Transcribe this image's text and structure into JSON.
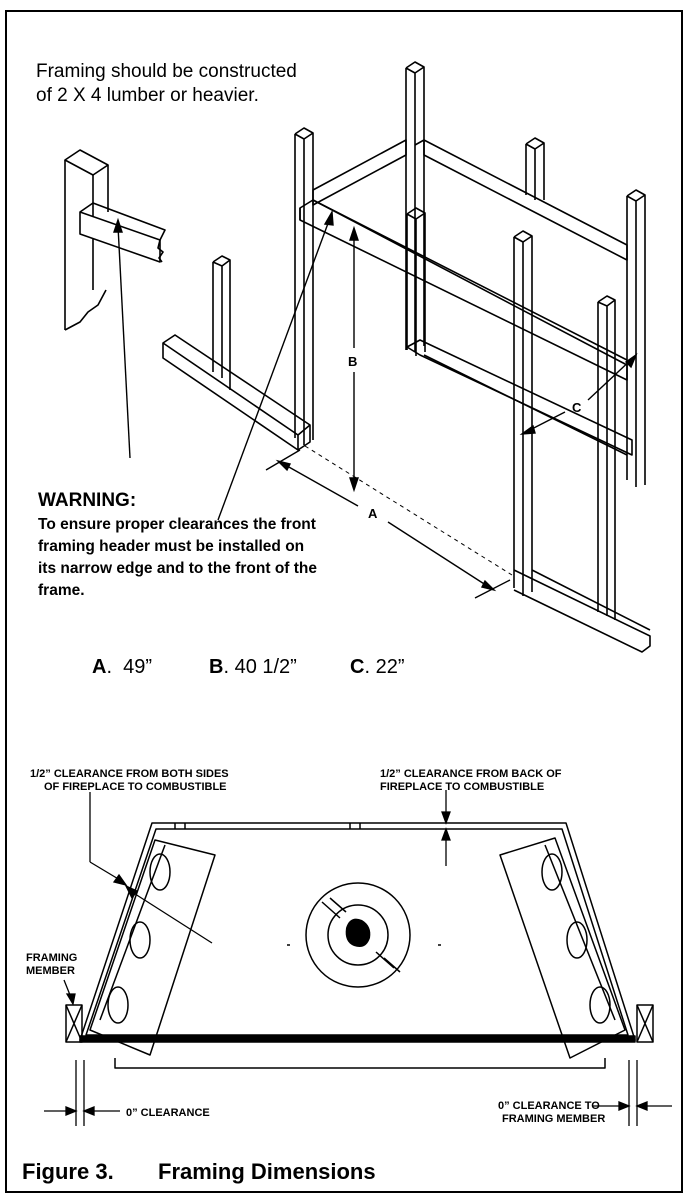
{
  "intro": {
    "line1": "Framing should be constructed",
    "line2": "of 2 X 4 lumber or heavier."
  },
  "warning": {
    "title": "WARNING:",
    "body": "To ensure proper clearances the front framing header must be installed on its narrow edge and to the front of the frame."
  },
  "dimension_labels": {
    "a": "A",
    "b": "B",
    "c": "C"
  },
  "dimensions": [
    {
      "letter": "A",
      "value": "49”"
    },
    {
      "letter": "B",
      "value": "40 1/2”"
    },
    {
      "letter": "C",
      "value": "22”"
    }
  ],
  "plan_labels": {
    "sides_line1": "1/2” CLEARANCE FROM BOTH SIDES",
    "sides_line2": "OF FIREPLACE TO COMBUSTIBLE",
    "back_line1": "1/2” CLEARANCE FROM BACK OF",
    "back_line2": "FIREPLACE TO COMBUSTIBLE",
    "framing_line1": "FRAMING",
    "framing_line2": "MEMBER",
    "zero_left": "0” CLEARANCE",
    "zero_right_line1": "0” CLEARANCE TO",
    "zero_right_line2": "FRAMING MEMBER"
  },
  "caption": {
    "number": "Figure 3.",
    "title": "Framing Dimensions"
  }
}
